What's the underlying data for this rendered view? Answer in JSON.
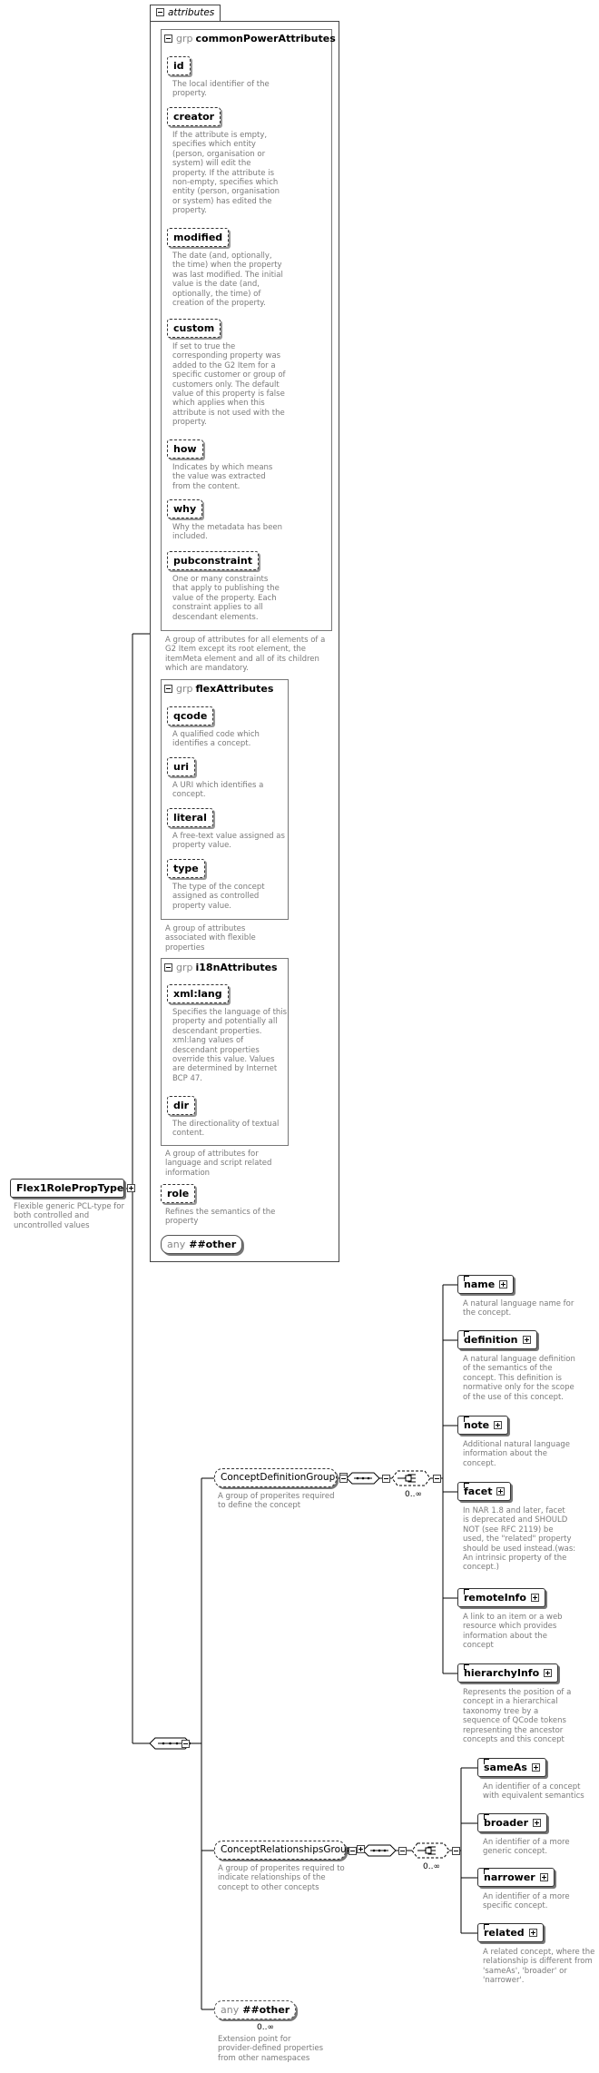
{
  "root": {
    "name": "Flex1RolePropType",
    "desc": "Flexible generic PCL-type for\nboth controlled and\nuncontrolled values"
  },
  "attributes_tab": "attributes",
  "common": {
    "kw": "grp",
    "name": "commonPowerAttributes",
    "items": [
      {
        "name": "id",
        "desc": "The local identifier of the\nproperty."
      },
      {
        "name": "creator",
        "desc": "If the attribute is empty,\nspecifies which entity\n(person, organisation or\nsystem) will edit the\nproperty. If the attribute is\nnon-empty, specifies which\nentity (person, organisation\nor system) has edited the\nproperty."
      },
      {
        "name": "modified",
        "desc": "The date (and, optionally,\nthe time) when the property\nwas last modified. The initial\nvalue is the date (and,\noptionally, the time) of\ncreation of the property."
      },
      {
        "name": "custom",
        "desc": "If set to true the\ncorresponding property was\nadded to the G2 Item for a\nspecific customer or group of\ncustomers only. The default\nvalue of this property is false\nwhich applies when this\nattribute is not used with the\nproperty."
      },
      {
        "name": "how",
        "desc": "Indicates by which means\nthe value was extracted\nfrom the content."
      },
      {
        "name": "why",
        "desc": "Why the metadata has been\nincluded."
      },
      {
        "name": "pubconstraint",
        "desc": "One or many constraints\nthat apply to publishing the\nvalue of the property. Each\nconstraint applies to all\ndescendant elements."
      }
    ],
    "desc": "A group of attributes for all elements of a\nG2 Item except its root element, the\nitemMeta element and all of its children\nwhich are mandatory."
  },
  "flex": {
    "kw": "grp",
    "name": "flexAttributes",
    "items": [
      {
        "name": "qcode",
        "desc": "A qualified code which\nidentifies a concept."
      },
      {
        "name": "uri",
        "desc": "A URI which identifies a\nconcept."
      },
      {
        "name": "literal",
        "desc": "A free-text value assigned as\nproperty value."
      },
      {
        "name": "type",
        "desc": "The type of the concept\nassigned as controlled\nproperty value."
      }
    ],
    "desc": "A group of attributes\nassociated with flexible\nproperties"
  },
  "i18n": {
    "kw": "grp",
    "name": "i18nAttributes",
    "items": [
      {
        "name": "xml:lang",
        "desc": "Specifies the language of this\nproperty and potentially all\ndescendant properties.\nxml:lang values of\ndescendant properties\noverride this value. Values\nare determined by Internet\nBCP 47."
      },
      {
        "name": "dir",
        "desc": "The directionality of textual\ncontent."
      }
    ],
    "desc": "A group of attributes for\nlanguage and script related\ninformation"
  },
  "role": {
    "name": "role",
    "desc": "Refines the semantics of the\nproperty"
  },
  "any_attr": {
    "kw": "any",
    "name": "##other"
  },
  "concept_def": {
    "name": "ConceptDefinitionGroup",
    "desc": "A group of properites required\nto define the concept",
    "occurs": "0..∞",
    "children": [
      {
        "name": "name",
        "desc": "A natural language name for\nthe concept."
      },
      {
        "name": "definition",
        "desc": "A natural language definition\nof the semantics of the\nconcept. This definition is\nnormative only for the scope\nof the use of this concept."
      },
      {
        "name": "note",
        "desc": "Additional natural language\ninformation about the\nconcept."
      },
      {
        "name": "facet",
        "desc": "In NAR 1.8 and later, facet\nis deprecated and SHOULD\nNOT (see RFC 2119) be\nused, the \"related\" property\nshould be used instead.(was:\nAn intrinsic property of the\nconcept.)"
      },
      {
        "name": "remoteInfo",
        "desc": "A link to an item or a web\nresource which provides\ninformation about the\nconcept"
      },
      {
        "name": "hierarchyInfo",
        "desc": "Represents the position of a\nconcept in a hierarchical\ntaxonomy tree by a\nsequence of QCode tokens\nrepresenting the ancestor\nconcepts and this concept"
      }
    ]
  },
  "concept_rel": {
    "name": "ConceptRelationshipsGroup",
    "desc": "A group of properites required to\nindicate relationships of the\nconcept to other concepts",
    "occurs": "0..∞",
    "children": [
      {
        "name": "sameAs",
        "desc": "An identifier of a concept\nwith equivalent semantics"
      },
      {
        "name": "broader",
        "desc": "An identifier of a more\ngeneric concept."
      },
      {
        "name": "narrower",
        "desc": "An identifier of a more\nspecific concept."
      },
      {
        "name": "related",
        "desc": "A related concept, where the\nrelationship is different from\n'sameAs', 'broader' or\n'narrower'."
      }
    ]
  },
  "any_el": {
    "kw": "any",
    "name": "##other",
    "occurs": "0..∞",
    "desc": "Extension point for\nprovider-defined properties\nfrom other namespaces"
  }
}
